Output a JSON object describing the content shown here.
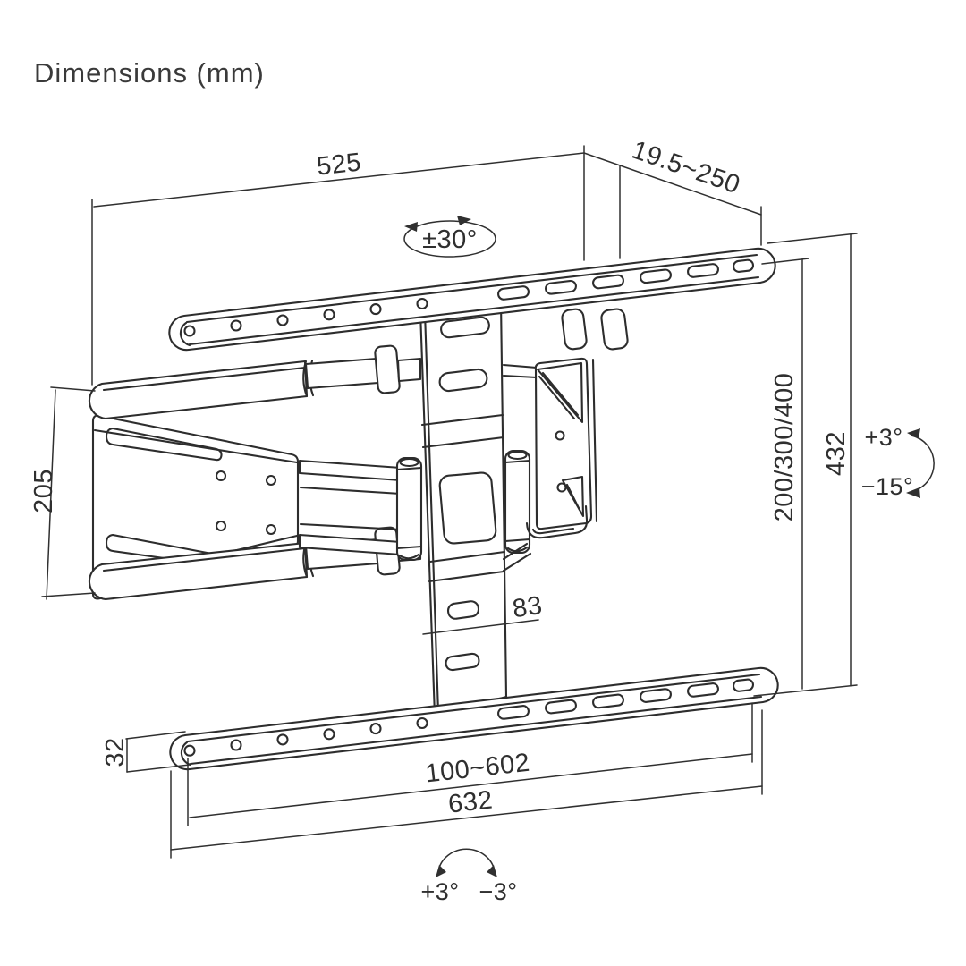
{
  "title": "Dimensions (mm)",
  "colors": {
    "background": "#ffffff",
    "line": "#2d2d2d",
    "dimension_line": "#303030",
    "text": "#2f2f2f"
  },
  "figure": "TV wall mount bracket technical drawing, isometric line art",
  "labels": {
    "rail_width": "525",
    "extension_depth": "19.5~250",
    "swivel_range": "±30°",
    "wall_plate_height": "205",
    "vesa_heights": "200/300/400",
    "overall_height": "432",
    "tilt_up": "+3°",
    "tilt_down": "−15°",
    "column_width": "83",
    "rail_thickness": "32",
    "hole_span": "100~602",
    "overall_width": "632",
    "level_plus": "+3°",
    "level_minus": "−3°"
  }
}
